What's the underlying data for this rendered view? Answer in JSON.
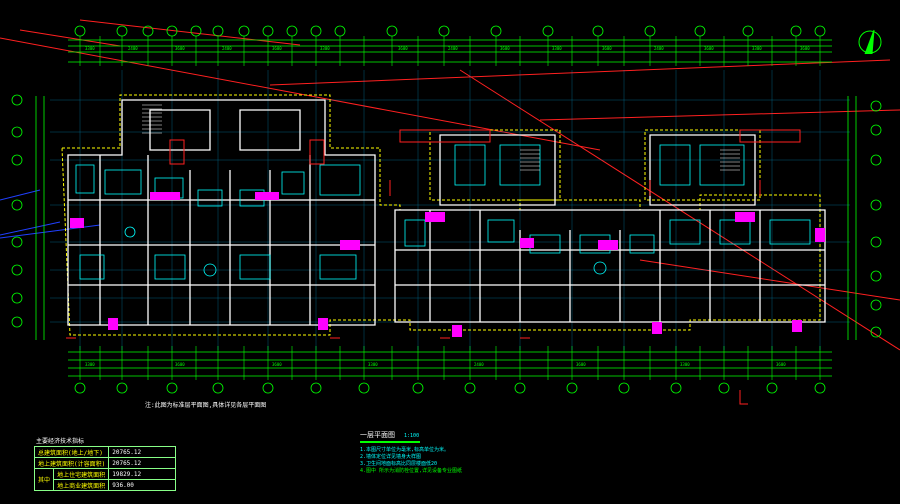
{
  "drawing": {
    "note_line": "注:此图为标准层平面图,具体详见各层平面图",
    "plan_title": "一层平面图",
    "plan_scale": "1:100"
  },
  "legend": {
    "title": "主要经济技术指标",
    "rows": [
      {
        "label": "总建筑面积(地上/地下)",
        "value": "20765.12"
      },
      {
        "label": "地上建筑面积(计容面积)",
        "value": "20765.12"
      },
      {
        "group": "其中",
        "label": "地上住宅建筑面积",
        "value": "19829.12"
      },
      {
        "label": "地上商业建筑面积",
        "value": "936.00"
      }
    ]
  },
  "notes": [
    "1.本图尺寸单位为毫米,标高单位为米。",
    "2.墙体定位详见墙身大样图",
    "3.卫生间地面标高比同层楼面低20",
    "4.图中 所示为消防栓位置,详见设备专业图纸"
  ],
  "colors": {
    "wall": "#ffffff",
    "dim": "#00ff00",
    "grid": "#00ffff",
    "accent": "#ff00ff",
    "red": "#ff2020",
    "yellow": "#ffff00",
    "blue": "#2020ff"
  }
}
